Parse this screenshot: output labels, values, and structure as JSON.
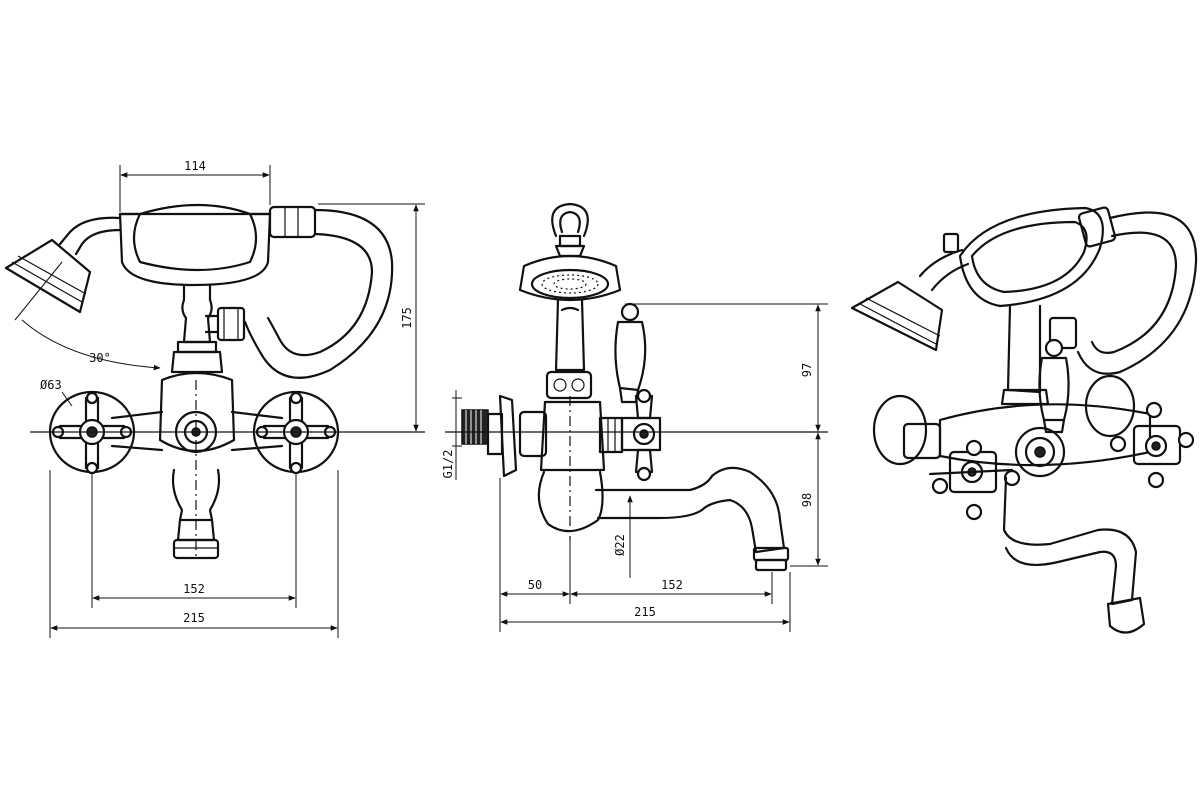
{
  "views": {
    "front": {
      "dim_handshower_width": "114",
      "dim_height": "175",
      "dim_angle": "30°",
      "dim_handle_diameter": "Ø63",
      "dim_centers": "152",
      "dim_overall_width": "215"
    },
    "side": {
      "dim_upper_height": "97",
      "dim_lower_height": "98",
      "dim_thread": "G1/2",
      "dim_spout_diameter": "Ø22",
      "dim_wall_offset": "50",
      "dim_spout_reach": "152",
      "dim_overall_depth": "215"
    },
    "isometric": {}
  },
  "colors": {
    "line": "#111111",
    "background": "#ffffff"
  }
}
